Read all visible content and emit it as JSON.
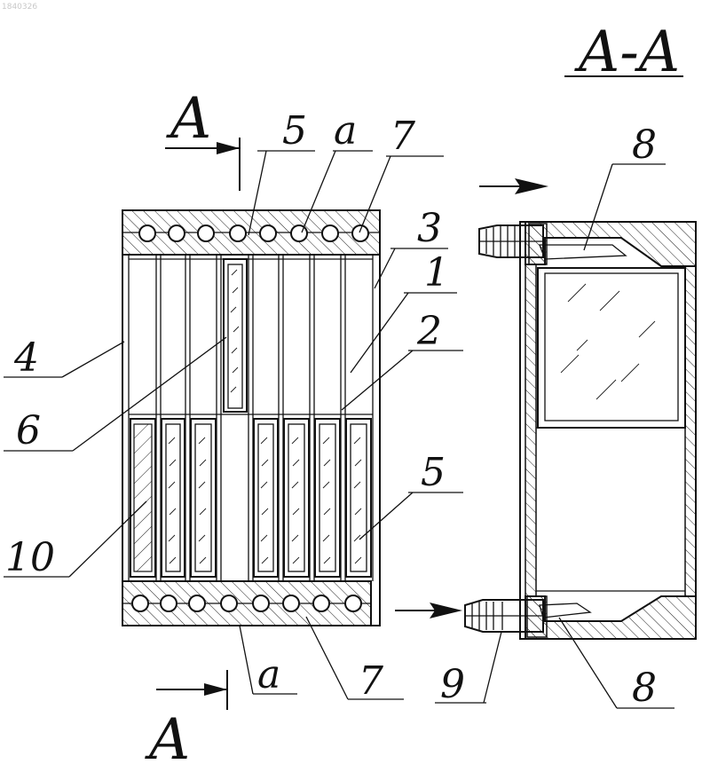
{
  "watermark": "1840326",
  "section_title": "A-A",
  "section_marks": {
    "top": "A",
    "bottom": "A"
  },
  "labels": {
    "l5_top": "5",
    "la_top": "a",
    "l7_top": "7",
    "l3": "3",
    "l1": "1",
    "l2": "2",
    "l4": "4",
    "l6": "6",
    "l10": "10",
    "l5_right": "5",
    "la_bottom": "a",
    "l7_bottom": "7",
    "l9": "9",
    "l8_top": "8",
    "l8_bottom": "8"
  }
}
